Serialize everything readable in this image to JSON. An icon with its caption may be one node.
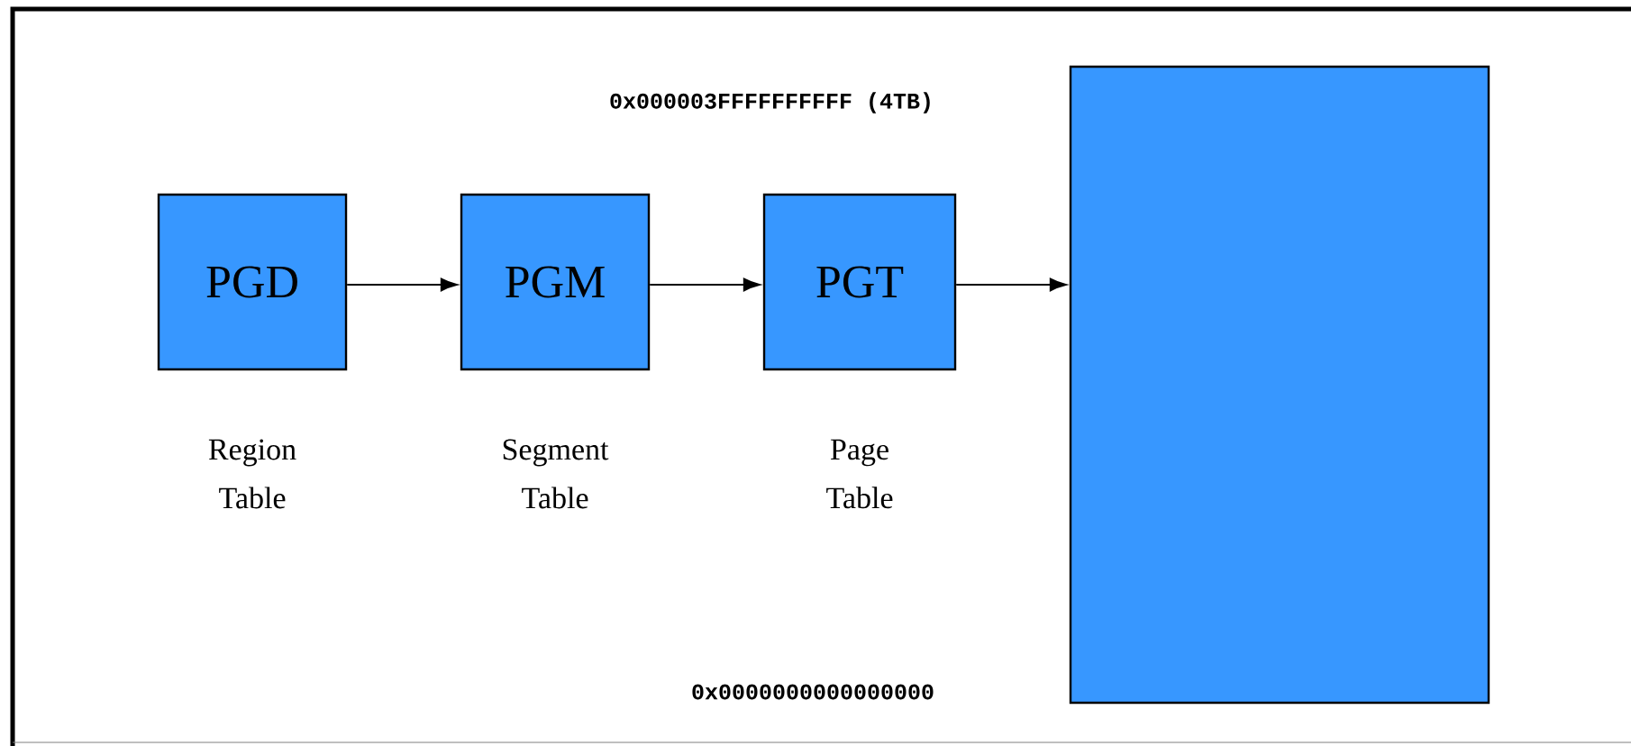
{
  "diagram": {
    "nodes": [
      {
        "text": [
          "PGD"
        ],
        "beside": [
          "Region Table"
        ]
      },
      {
        "text": [
          "PGM"
        ],
        "beside": [
          "Segment Table"
        ]
      },
      {
        "text": [
          "PGT"
        ],
        "beside": [
          "Page Table"
        ]
      },
      {
        "text": [],
        "shape": "box"
      }
    ],
    "edges": [
      {
        "from": 0,
        "to": 1,
        "arrow": "to"
      },
      {
        "from": 1,
        "to": 2,
        "arrow": "to"
      },
      {
        "from": 2,
        "to": 3,
        "arrow": "to"
      }
    ],
    "labels": [
      "0x000003FFFFFFFFFF (4TB)",
      "0x0000000000000000"
    ]
  }
}
